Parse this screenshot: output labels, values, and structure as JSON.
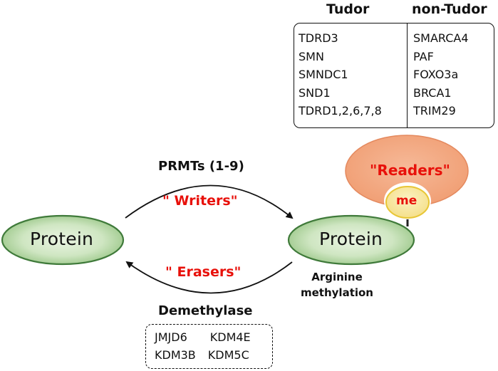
{
  "readers_table": {
    "tudor_header": "Tudor",
    "non_tudor_header": "non-Tudor",
    "tudor": [
      "TDRD3",
      "SMN",
      "SMNDC1",
      "SND1",
      "TDRD1,2,6,7,8"
    ],
    "non_tudor": [
      "SMARCA4",
      "PAF",
      "FOXO3a",
      "BRCA1",
      "TRIM29"
    ]
  },
  "left_protein": "Protein",
  "right_protein": "Protein",
  "prmts_label": "PRMTs (1-9)",
  "writers_label": "\" Writers\"",
  "erasers_label": "\" Erasers\"",
  "readers_label": "\"Readers\"",
  "me_label": "me",
  "arginine_label": [
    "Arginine",
    "methylation"
  ],
  "demethylase": {
    "title": "Demethylase",
    "items": [
      "JMJD6",
      "KDM4E",
      "KDM3B",
      "KDM5C"
    ]
  },
  "colors": {
    "accent_red": "#e8100a",
    "protein_fill_light": "#eaf4e3",
    "protein_fill_dark": "#9bc98a",
    "protein_stroke": "#3f7a3a",
    "reader_fill": "#f3a882",
    "reader_stroke": "#e4895e",
    "me_fill": "#f8e9a4",
    "me_stroke": "#e8c636"
  }
}
